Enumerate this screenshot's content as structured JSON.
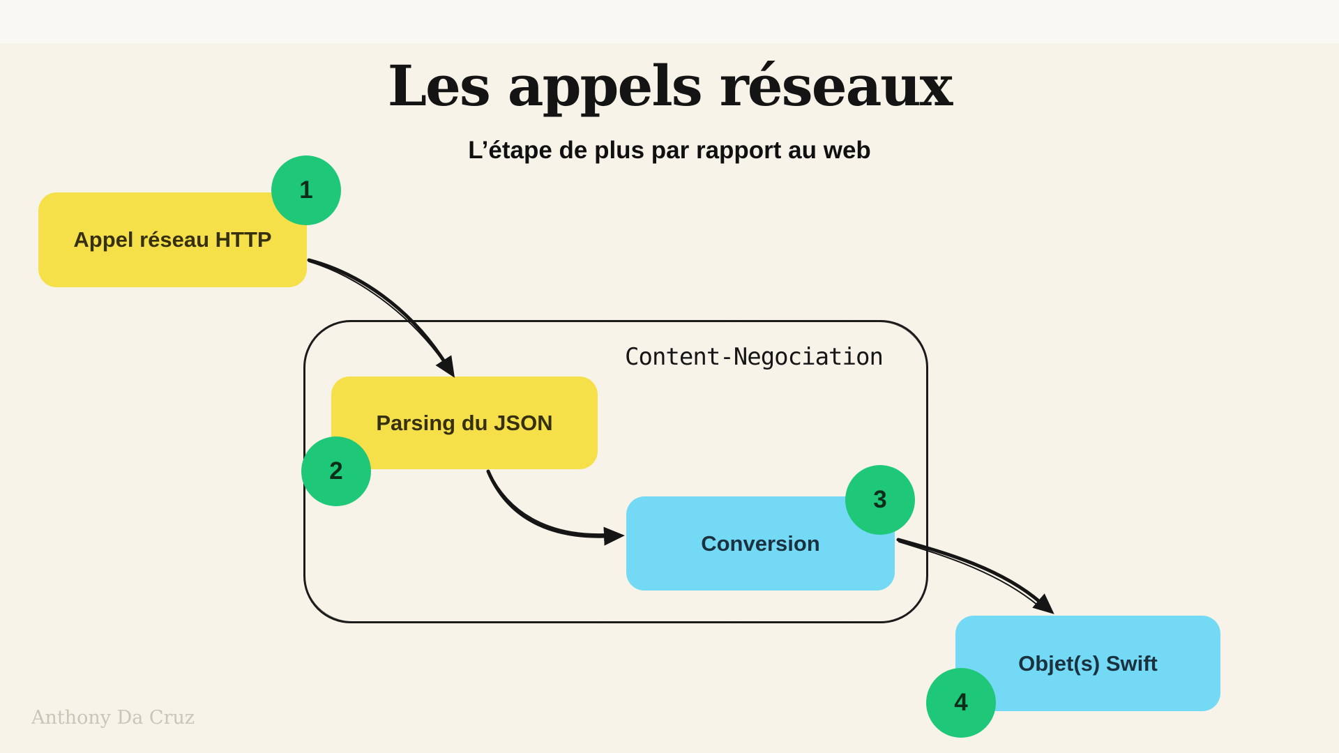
{
  "page": {
    "title": "Les appels réseaux",
    "subtitle": "L’étape de plus par rapport au web",
    "watermark": "Anthony Da Cruz"
  },
  "diagram": {
    "container_label": "Content-Negociation",
    "steps": [
      {
        "number": "1",
        "label": "Appel réseau HTTP",
        "color": "yellow"
      },
      {
        "number": "2",
        "label": "Parsing du JSON",
        "color": "yellow"
      },
      {
        "number": "3",
        "label": "Conversion",
        "color": "blue"
      },
      {
        "number": "4",
        "label": "Objet(s) Swift",
        "color": "blue"
      }
    ],
    "arrows": [
      {
        "from": "1",
        "to": "2"
      },
      {
        "from": "2",
        "to": "3"
      },
      {
        "from": "3",
        "to": "4"
      }
    ]
  },
  "colors": {
    "background": "#f7f3e9",
    "top_band": "#f9f8f4",
    "yellow_box": "#f6e04a",
    "blue_box": "#74d9f4",
    "green_badge": "#1ec878",
    "ink": "#161616",
    "yellow_box_text": "#36300f",
    "blue_box_text": "#1a3240",
    "watermark_text": "#c9c5b7"
  }
}
